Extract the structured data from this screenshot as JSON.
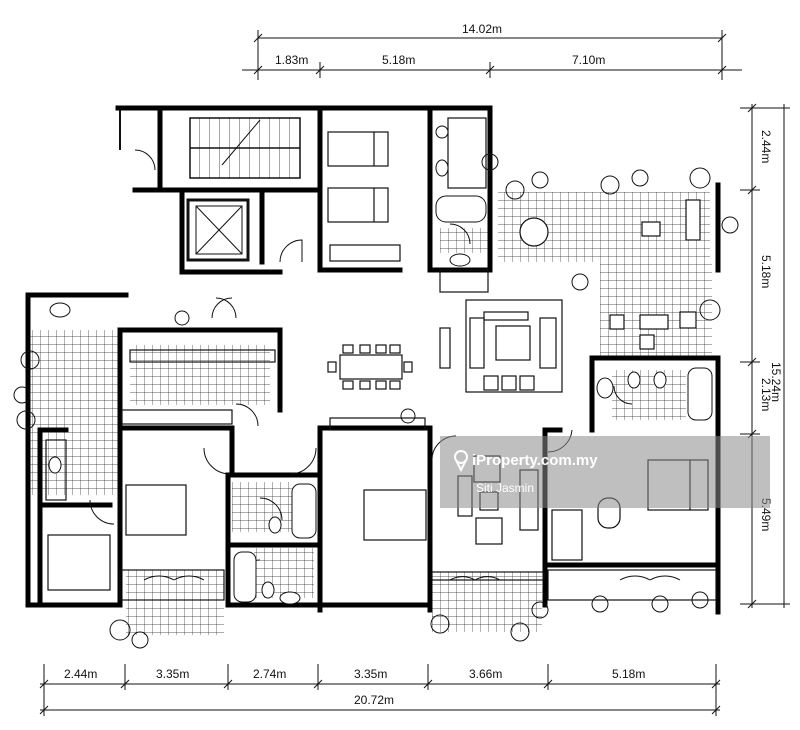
{
  "top_dimensions": {
    "total": "14.02m",
    "segments": [
      "1.83m",
      "5.18m",
      "7.10m"
    ]
  },
  "right_dimensions": {
    "total": "15.24m",
    "segments": [
      "2.44m",
      "5.18m",
      "2.13m",
      "5.49m"
    ]
  },
  "bottom_dimensions": {
    "total": "20.72m",
    "segments": [
      "2.44m",
      "3.35m",
      "2.74m",
      "3.35m",
      "3.66m",
      "5.18m"
    ]
  },
  "watermark": {
    "brand": "iProperty.com.my",
    "agent": "Siti Jasmin",
    "icon": "location-pin-icon"
  }
}
